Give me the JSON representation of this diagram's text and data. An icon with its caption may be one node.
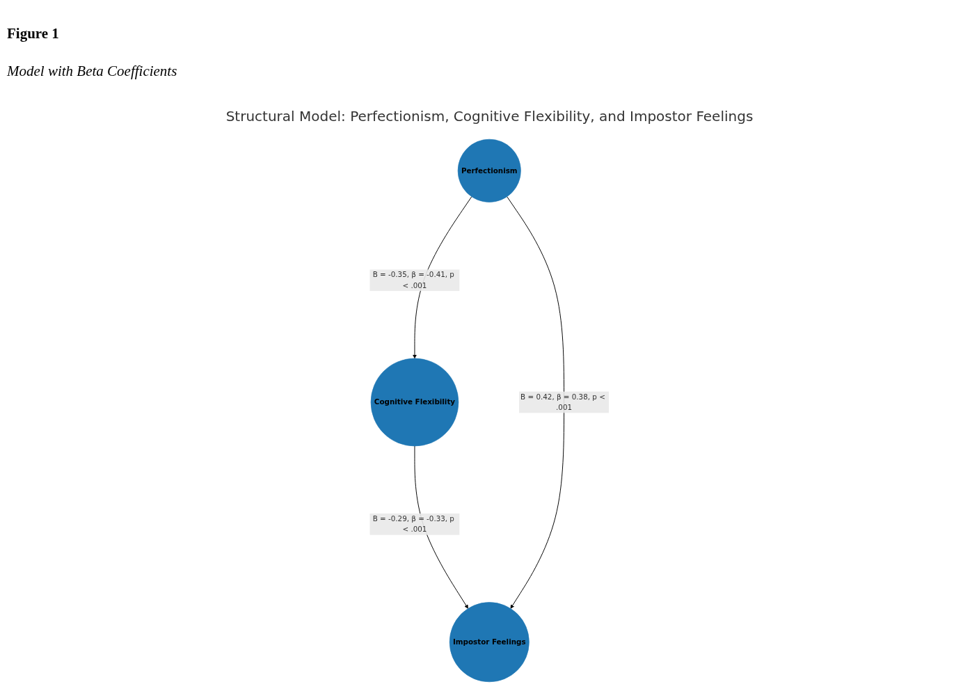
{
  "diagram": {
    "title": "Figure 1",
    "nodes": [
      {
        "text": [
          "Cognitive Flexibility"
        ]
      },
      {
        "text": [
          "Perfectionism"
        ]
      },
      {
        "text": [
          "Impostor Feelings"
        ]
      }
    ],
    "edges": [
      {
        "from": 1,
        "to": 0,
        "arrow": "to",
        "label": "B = -0.35, β = -0.41, p < .001"
      },
      {
        "from": 0,
        "to": 2,
        "arrow": "to",
        "label": "B = -0.29, β = -0.33, p < .001"
      },
      {
        "from": 1,
        "to": 2,
        "arrow": "to",
        "label": "B = 0.42, β = 0.38, p < .001"
      }
    ],
    "labels": [
      "Model with Beta Coefficients",
      "Structural Model: Perfectionism, Cognitive Flexibility, and Impostor Feelings"
    ]
  }
}
